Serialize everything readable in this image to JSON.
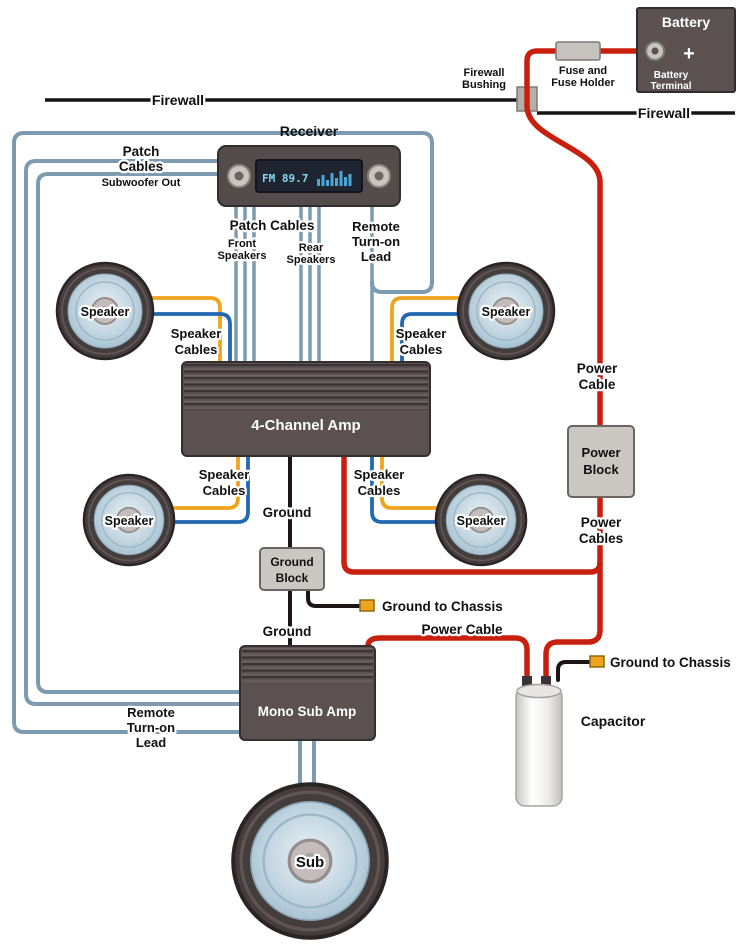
{
  "colors": {
    "power_cable": "#c9200e",
    "ground_wire": "#1d1414",
    "signal_wire": "#7d9bb0",
    "speaker_wire_positive": "#f0a41e",
    "speaker_wire_negative": "#2268b2",
    "box_dark": "#5a5150",
    "block_gray": "#cbc8c4"
  },
  "battery": {
    "title": "Battery",
    "plus": "+",
    "terminal_line1": "Battery",
    "terminal_line2": "Terminal"
  },
  "fuse": {
    "line1": "Fuse and",
    "line2": "Fuse Holder"
  },
  "bushing": {
    "line1": "Firewall",
    "line2": "Bushing"
  },
  "firewall": {
    "left": "Firewall",
    "right": "Firewall"
  },
  "receiver": {
    "title": "Receiver",
    "display": "FM 89.7"
  },
  "patch_sub": {
    "line1": "Patch",
    "line2": "Cables",
    "line3": "Subwoofer Out"
  },
  "patch": {
    "title": "Patch Cables",
    "front1": "Front",
    "front2": "Speakers",
    "rear1": "Rear",
    "rear2": "Speakers"
  },
  "remote": {
    "line1": "Remote",
    "line2": "Turn-on",
    "line3": "Lead"
  },
  "speaker": {
    "label": "Speaker"
  },
  "speaker_cables": {
    "line1": "Speaker",
    "line2": "Cables"
  },
  "amp4": {
    "label": "4-Channel Amp"
  },
  "mono_amp": {
    "label": "Mono Sub Amp"
  },
  "power": {
    "cable1": "Power",
    "cable2": "Cable",
    "block1": "Power",
    "block2": "Block",
    "cables1": "Power",
    "cables2": "Cables",
    "cable_mid": "Power Cable"
  },
  "ground": {
    "label": "Ground",
    "block1": "Ground",
    "block2": "Block",
    "to_chassis": "Ground to Chassis"
  },
  "capacitor": {
    "label": "Capacitor"
  },
  "sub": {
    "label": "Sub"
  }
}
